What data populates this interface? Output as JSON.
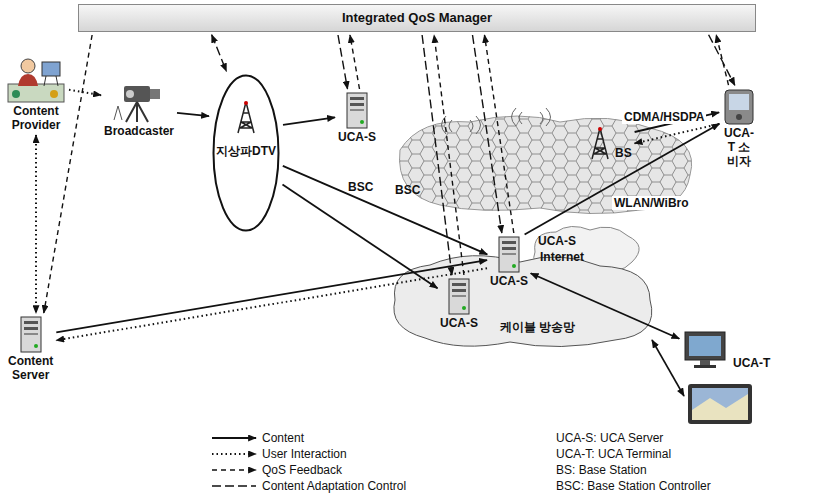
{
  "diagram": {
    "nodes": [
      {
        "text": [
          "Integrated QoS Manager"
        ]
      },
      {
        "text": [
          "Content Provider"
        ]
      },
      {
        "text": [
          "Broadcaster"
        ]
      },
      {
        "text": [
          "지상파DTV"
        ]
      },
      {
        "text": [
          "UCA-S"
        ]
      },
      {
        "text": [
          "BS"
        ]
      },
      {
        "text": [
          "UCA-T 소비자"
        ]
      },
      {
        "text": [
          "UCA-S"
        ]
      },
      {
        "text": [
          "UCA-S"
        ]
      },
      {
        "text": [
          "Content Server"
        ]
      },
      {
        "text": [
          "UCA-T"
        ]
      }
    ],
    "edges": [
      {
        "from": 1,
        "to": 2,
        "arrow": "to"
      },
      {
        "from": 2,
        "to": 3,
        "arrow": "to"
      },
      {
        "from": 3,
        "to": 4,
        "arrow": "to"
      },
      {
        "from": 3,
        "to": 7,
        "arrow": "to"
      },
      {
        "from": 3,
        "to": 8,
        "arrow": "to"
      },
      {
        "from": 1,
        "to": 9,
        "arrow": "both"
      },
      {
        "from": 9,
        "to": 7,
        "arrow": "to"
      },
      {
        "from": 7,
        "to": 9,
        "arrow": "to"
      },
      {
        "from": 0,
        "to": 9,
        "arrow": "to"
      },
      {
        "from": 0,
        "to": 3,
        "arrow": "both"
      },
      {
        "from": 0,
        "to": 4,
        "arrow": "to"
      },
      {
        "from": 4,
        "to": 0,
        "arrow": "to"
      },
      {
        "from": 0,
        "to": 7,
        "arrow": "to"
      },
      {
        "from": 7,
        "to": 0,
        "arrow": "to"
      },
      {
        "from": 0,
        "to": 8,
        "arrow": "to"
      },
      {
        "from": 8,
        "to": 0,
        "arrow": "to"
      },
      {
        "from": 0,
        "to": 6,
        "arrow": "to"
      },
      {
        "from": 6,
        "to": 0,
        "arrow": "to"
      },
      {
        "from": 5,
        "to": 6,
        "label": "CDMA/HSDPA",
        "arrow": "to"
      },
      {
        "from": 6,
        "to": 5,
        "arrow": "to"
      },
      {
        "from": 7,
        "to": 6,
        "label": "WLAN/WiBro",
        "arrow": "to"
      },
      {
        "from": 7,
        "to": 10,
        "arrow": "both"
      }
    ],
    "labels": [
      "BSC",
      "BSC",
      "UCA-S",
      "Internet",
      "케이블 방송망",
      "UCA-S: UCA Server",
      "UCA-T: UCA Terminal",
      "BS: Base Station",
      "BSC: Base Station Controller"
    ],
    "legend": [
      {
        "text": "Content"
      },
      {
        "text": "User Interaction"
      },
      {
        "text": "QoS Feedback"
      },
      {
        "text": "Content Adaptation Control"
      }
    ]
  }
}
